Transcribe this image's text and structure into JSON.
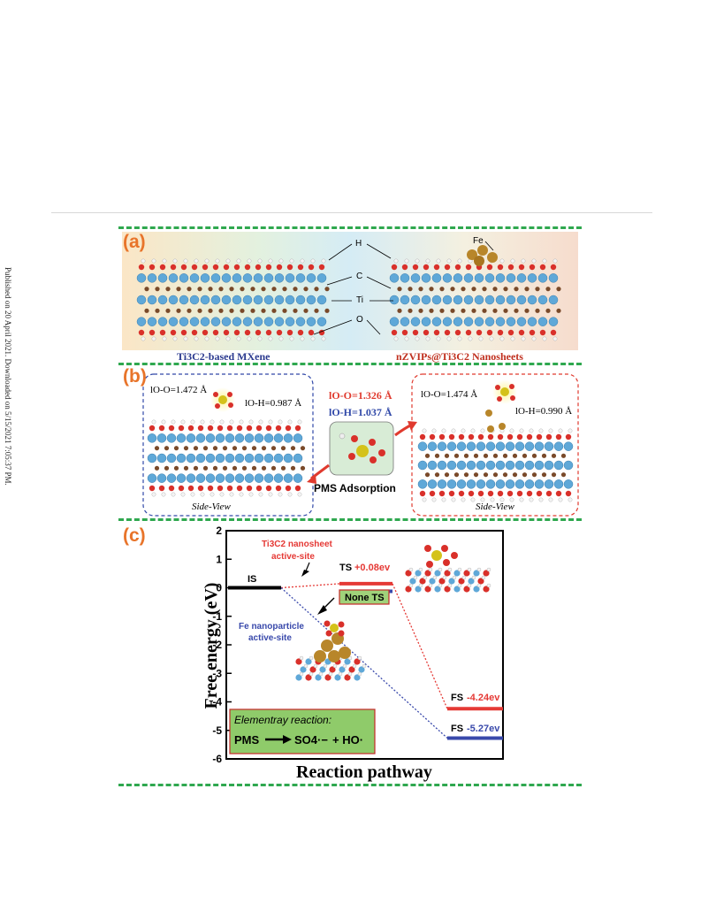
{
  "side_note": "Published on 20 April 2021. Downloaded on 5/15/2021 7:05:37 PM.",
  "colors": {
    "accent_orange": "#e8742a",
    "divider_green": "#2fa84f",
    "ti_blue": "#5fa8d8",
    "o_red": "#d9302a",
    "c_brown": "#7a4a2a",
    "fe_gold": "#b8862a",
    "path_red": "#e53935",
    "path_blue": "#3949ab"
  },
  "panel_a": {
    "letter": "(a)",
    "label_fe": "Fe",
    "atom_labels": [
      "H",
      "C",
      "Ti",
      "O"
    ],
    "left_title": "Ti3C2-based MXene",
    "right_title": "nZVIPs@Ti3C2 Nanosheets"
  },
  "panel_b": {
    "letter": "(b)",
    "left": {
      "loo": "lO-O=1.472 Å",
      "loh": "lO-H=0.987 Å",
      "caption": "Side-View"
    },
    "middle": {
      "loo": "lO-O=1.326 Å",
      "loh": "lO-H=1.037 Å",
      "caption": "PMS Adsorption"
    },
    "right": {
      "loo": "lO-O=1.474 Å",
      "loh": "lO-H=0.990 Å",
      "caption": "Side-View"
    }
  },
  "panel_c": {
    "letter": "(c)",
    "ti_site_label_1": "Ti3C2 nanosheet",
    "ti_site_label_2": "active-site",
    "fe_site_label_1": "Fe nanoparticle",
    "fe_site_label_2": "active-site",
    "is_label": "IS",
    "ts_label": "TS",
    "ts_value": "+0.08ev",
    "none_ts": "None TS",
    "fs_label": "FS",
    "fs_red_value": "-4.24ev",
    "fs_blue_value": "-5.27ev",
    "reaction_title": "Elementray reaction:",
    "reaction_lhs": "PMS",
    "reaction_product_1": "SO4·−",
    "reaction_plus": "+ HO·"
  },
  "chart_data": {
    "type": "line",
    "title": "",
    "xlabel": "Reaction pathway",
    "ylabel": "Free energy (eV)",
    "ylim": [
      -6,
      2
    ],
    "yticks": [
      2,
      1,
      0,
      -1,
      -2,
      -3,
      -4,
      -5,
      -6
    ],
    "grid": false,
    "series": [
      {
        "states": [
          "IS",
          "TS",
          "FS"
        ],
        "values": [
          0,
          0.08,
          -4.24
        ]
      },
      {
        "states": [
          "IS",
          "FS"
        ],
        "values": [
          0,
          -5.27
        ]
      }
    ]
  }
}
